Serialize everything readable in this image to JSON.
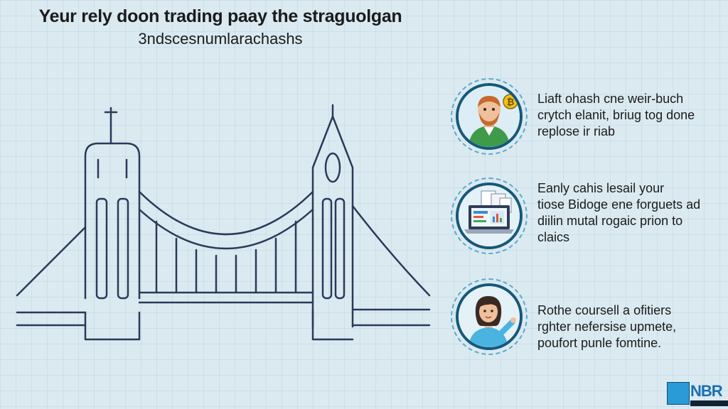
{
  "header": {
    "title": "Yeur rely doon trading paay the straguolgan",
    "subtitle": "3ndscesnumlarachashs"
  },
  "items": [
    {
      "icon": "man-with-coin-icon",
      "lines": [
        "Liaft ohash cne weir-buch",
        "crytch elanit, briug tog done",
        "replose ir riab"
      ]
    },
    {
      "icon": "laptop-dashboard-icon",
      "lines": [
        "Eanly cahis lesail your",
        "tiose Bidoge ene forguets ad",
        "diilin mutal rogaic prion to",
        "claics"
      ]
    },
    {
      "icon": "woman-presenting-icon",
      "lines": [
        "Rothe coursell a ofitiers",
        "rghter nefersise upmete,",
        "poufort punle fomtine."
      ]
    }
  ],
  "logo": {
    "text": "NBR"
  },
  "colors": {
    "background": "#dbeaf1",
    "ring": "#15587a",
    "accent": "#2a9bd6"
  }
}
